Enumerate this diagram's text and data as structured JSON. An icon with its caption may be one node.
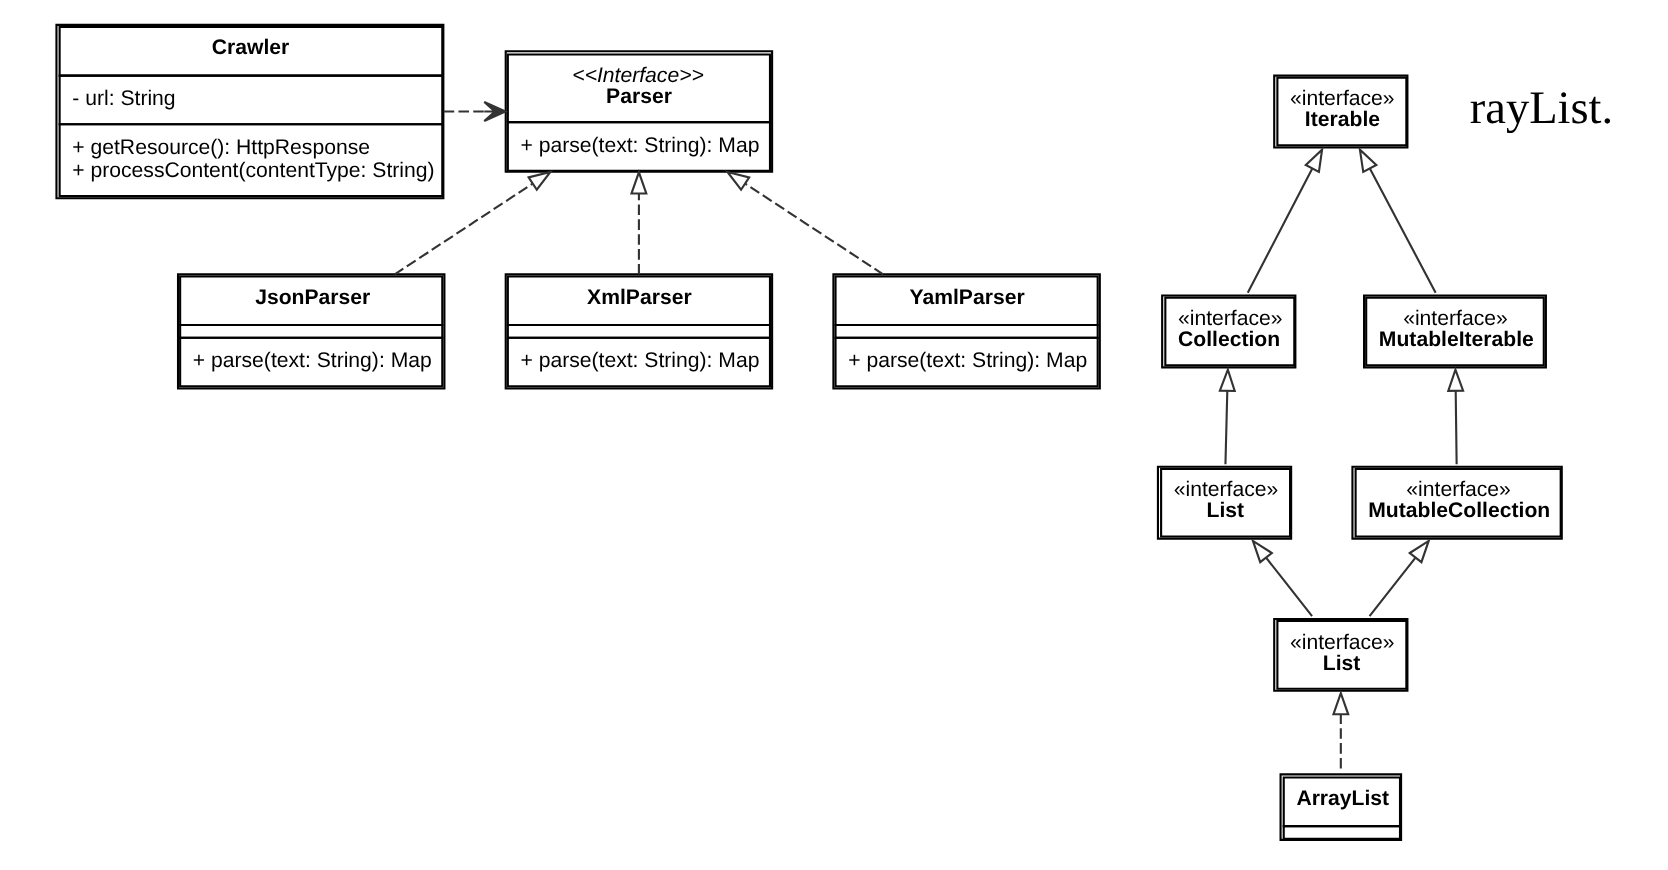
{
  "diagram": {
    "nodes": [
      {
        "text": [
          "Crawler",
          "- url: String",
          "+ getResource(): HttpResponse",
          "+ processContent(contentType: String)"
        ]
      },
      {
        "text": [
          "<<Interface>>",
          "Parser",
          "+ parse(text: String): Map"
        ]
      },
      {
        "text": [
          "JsonParser",
          "+ parse(text: String): Map"
        ]
      },
      {
        "text": [
          "XmlParser",
          "+ parse(text: String): Map"
        ]
      },
      {
        "text": [
          "YamlParser",
          "+ parse(text: String): Map"
        ]
      },
      {
        "text": [
          "«interface»",
          "Iterable"
        ]
      },
      {
        "text": [
          "«interface»",
          "Collection"
        ]
      },
      {
        "text": [
          "«interface»",
          "MutableIterable"
        ]
      },
      {
        "text": [
          "«interface»",
          "List"
        ]
      },
      {
        "text": [
          "«interface»",
          "MutableCollection"
        ]
      },
      {
        "text": [
          "«interface»",
          "List"
        ]
      },
      {
        "text": [
          "ArrayList"
        ]
      }
    ],
    "edges": [
      {
        "from": 0,
        "to": 1,
        "arrow": "to",
        "style": "dashed"
      },
      {
        "from": 2,
        "to": 1,
        "arrow": "to",
        "style": "dashed"
      },
      {
        "from": 3,
        "to": 1,
        "arrow": "to",
        "style": "dashed"
      },
      {
        "from": 4,
        "to": 1,
        "arrow": "to",
        "style": "dashed"
      },
      {
        "from": 6,
        "to": 5,
        "arrow": "to"
      },
      {
        "from": 7,
        "to": 5,
        "arrow": "to"
      },
      {
        "from": 8,
        "to": 6,
        "arrow": "to"
      },
      {
        "from": 9,
        "to": 7,
        "arrow": "to"
      },
      {
        "from": 10,
        "to": 8,
        "arrow": "to"
      },
      {
        "from": 10,
        "to": 9,
        "arrow": "to"
      },
      {
        "from": 11,
        "to": 10,
        "arrow": "to",
        "style": "dashed"
      }
    ],
    "labels": [
      "rayList."
    ]
  }
}
